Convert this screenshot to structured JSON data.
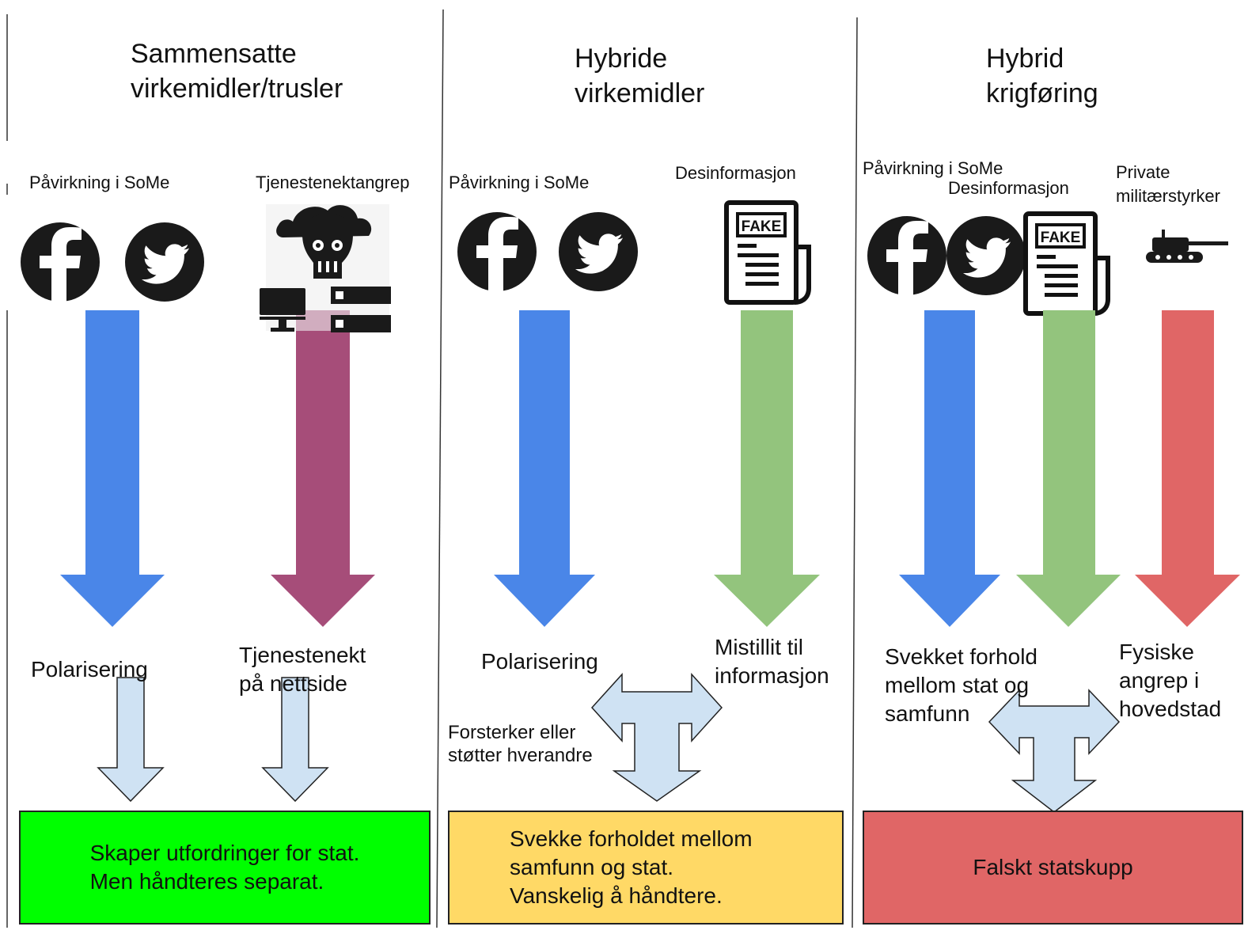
{
  "colors": {
    "blue": "#4a86e8",
    "purple": "#a64d79",
    "green": "#93c47d",
    "red": "#e06666",
    "light_blue": "#cfe2f3",
    "box_green": "#00ff00",
    "box_yellow": "#ffd966",
    "box_red": "#e06666",
    "icon_dark": "#1a1a1a"
  },
  "columns": [
    {
      "title": "Sammensatte\nvirkemidler/trusler",
      "labels": [
        "Påvirkning i SoMe",
        "Tjenestenektangrep"
      ],
      "icons": [
        "facebook-icon",
        "twitter-icon",
        "hacker-icon"
      ],
      "results": [
        "Polarisering",
        "Tjenestenekt\npå nettside"
      ],
      "box_text": "Skaper utfordringer for stat.\nMen håndteres separat.",
      "box_color": "#00ff00"
    },
    {
      "title": "Hybride\nvirkemidler",
      "labels": [
        "Påvirkning i SoMe",
        "Desinformasjon"
      ],
      "icons": [
        "facebook-icon",
        "twitter-icon",
        "fake-news-icon"
      ],
      "results": [
        "Polarisering",
        "Mistillit til\ninformasjon"
      ],
      "note": "Forsterker eller\nstøtter hverandre",
      "box_text": "Svekke forholdet mellom\nsamfunn og stat.\nVanskelig å håndtere.",
      "box_color": "#ffd966"
    },
    {
      "title": "Hybrid\nkrigføring",
      "labels": [
        "Påvirkning i SoMe",
        "Desinformasjon",
        "Private\nmilitærstyrker"
      ],
      "icons": [
        "facebook-icon",
        "twitter-icon",
        "fake-news-icon",
        "tank-icon"
      ],
      "results": [
        "Svekket forhold\nmellom stat og\nsamfunn",
        "Fysiske\nangrep i\nhovedstad"
      ],
      "box_text": "Falskt statskupp",
      "box_color": "#e06666"
    }
  ]
}
